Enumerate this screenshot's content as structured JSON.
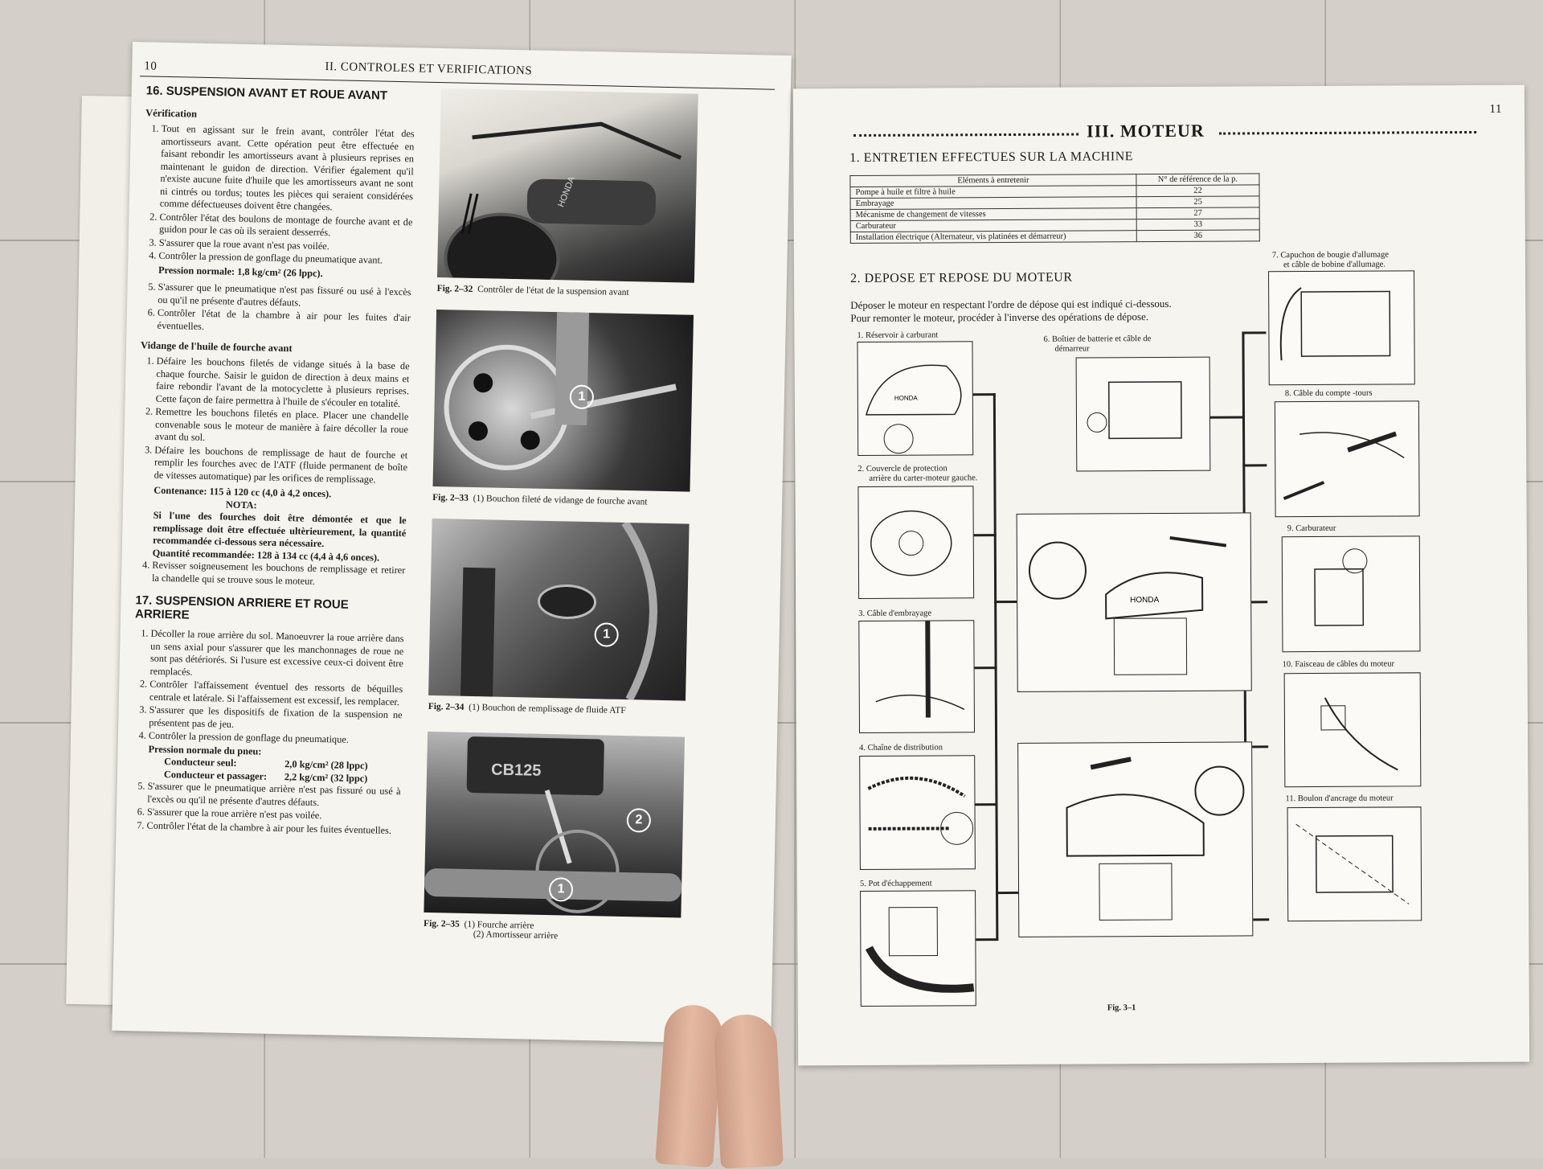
{
  "left_page": {
    "page_number": "10",
    "running_head": "II. CONTROLES ET VERIFICATIONS",
    "section16": {
      "title": "16.  SUSPENSION AVANT ET ROUE AVANT",
      "verification_heading": "Vérification",
      "items": [
        "Tout en agissant sur le frein avant, contrôler l'état des amortisseurs avant. Cette opération peut être effectuée en faisant rebondir les amortisseurs avant à plusieurs reprises en maintenant le guidon de direction. Vérifier également qu'il n'existe aucune fuite d'huile que les amortisseurs avant ne sont ni cintrés ou tordus; toutes les pièces qui seraient considérées comme défectueuses doivent être changées.",
        "Contrôler l'état des boulons de montage de fourche avant et de guidon pour le cas où ils seraient desserrés.",
        "S'assurer que la roue avant n'est pas voilée.",
        "Contrôler la pression de gonflage du pneumatique avant."
      ],
      "pressure_line": "Pression normale:  1,8 kg/cm² (26 lppc).",
      "items2": [
        "S'assurer que le pneumatique n'est pas fissuré ou usé à l'excès ou qu'il ne présente d'autres défauts.",
        "Contrôler l'état de la chambre à air pour les fuites d'air éventuelles."
      ],
      "drain_heading": "Vidange de l'huile de fourche avant",
      "drain_items": [
        "Défaire les bouchons filetés de vidange situés à la base de chaque fourche. Saisir le guidon de direction à deux mains et faire rebondir l'avant de la motocyclette à plusieurs reprises. Cette façon de faire permettra à l'huile de s'écouler en totalité.",
        "Remettre les bouchons filetés en place. Placer une chandelle convenable sous le moteur de manière à faire décoller la roue avant du sol.",
        "Défaire les bouchons de remplissage de haut de fourche et remplir les fourches avec de l'ATF (fluide permanent de boîte de vitesses automatique) par les orifices de remplissage."
      ],
      "contenance": "Contenance:  115 à 120 cc (4,0 à 4,2 onces).",
      "nota_label": "NOTA:",
      "nota_text": "Si l'une des fourches doit être démontée et que le remplissage doit être effectuée ultèrieurement, la quantité recommandée ci-dessous sera nécessaire.",
      "quantite": "Quantité recommandée:  128 à 134 cc (4,4 à 4,6 onces).",
      "last_item": "Revisser soigneusement les bouchons de remplissage et retirer la chandelle qui se trouve sous le moteur."
    },
    "section17": {
      "title": "17.  SUSPENSION ARRIERE ET ROUE ARRIERE",
      "items": [
        "Décoller la roue arrière du sol. Manoeuvrer la roue arrière dans un sens axial pour s'assurer que les manchonnages de roue ne sont pas détériorés. Si l'usure est excessive ceux-ci doivent être remplacés.",
        "Contrôler l'affaissement éventuel des ressorts de béquilles centrale et latérale. Si l'affaissement est excessif, les remplacer.",
        "S'assurer que les dispositifs de fixation de la suspension ne présentent pas de jeu.",
        "Contrôler la pression de gonflage du pneumatique."
      ],
      "pressure_title": "Pression normale du pneu:",
      "solo_label": "Conducteur seul:",
      "solo_value": "2,0 kg/cm² (28 lppc)",
      "duo_label": "Conducteur et passager:",
      "duo_value": "2,2 kg/cm² (32 lppc)",
      "items2": [
        "S'assurer que le pneumatique arrière n'est pas fissuré ou usé à l'excès ou qu'il ne présente d'autres défauts.",
        "S'assurer que la roue arrière n'est pas voilée.",
        "Contrôler l'état de la chambre à air pour les fuites éventuelles."
      ]
    },
    "figures": [
      {
        "label": "Fig. 2–32",
        "caption": "Contrôler de l'état de la suspension avant"
      },
      {
        "label": "Fig. 2–33",
        "caption": "(1) Bouchon fileté de vidange de fourche avant"
      },
      {
        "label": "Fig. 2–34",
        "caption": "(1) Bouchon de remplissage de fluide ATF"
      },
      {
        "label": "Fig. 2–35",
        "caption": "(1) Fourche arrière",
        "caption2": "(2) Amortisseur arrière"
      }
    ],
    "photo_marks": {
      "honda": "HONDA",
      "cb": "CB125",
      "c1": "1",
      "c2": "2"
    }
  },
  "right_page": {
    "page_number": "11",
    "chapter_title": "III.  MOTEUR",
    "s1_title": "1.  ENTRETIEN EFFECTUES SUR LA MACHINE",
    "table": {
      "headers": [
        "Eléments à entretenir",
        "N° de référence de la p."
      ],
      "rows": [
        [
          "Pompe à huile et filtre à huile",
          "22"
        ],
        [
          "Embrayage",
          "25"
        ],
        [
          "Mécanisme de changement de vitesses",
          "27"
        ],
        [
          "Carburateur",
          "33"
        ],
        [
          "Installation électrique (Alternateur, vis platinées et démarreur)",
          "36"
        ]
      ]
    },
    "s2_title": "2.  DEPOSE ET REPOSE DU MOTEUR",
    "s2_intro1": "Déposer le moteur en respectant l'ordre de dépose qui est indiqué ci-dessous.",
    "s2_intro2": "Pour remonter le moteur, procéder à l'inverse des opérations de dépose.",
    "steps": {
      "s1": "1. Réservoir à carburant",
      "s2a": "2. Couvercle de protection",
      "s2b": "arrière du carter-moteur gauche.",
      "s3": "3. Câble d'embrayage",
      "s4": "4. Chaîne de distribution",
      "s5": "5. Pot d'échappement",
      "s6a": "6. Boîtier de batterie et câble de",
      "s6b": "démarreur",
      "s7a": "7. Capuchon de bougie d'allumage",
      "s7b": "et câble de bobine d'allumage.",
      "s8": "8. Câble du compte -tours",
      "s9": "9. Carburateur",
      "s10": "10. Faisceau de câbles du moteur",
      "s11": "11. Boulon d'ancrage du moteur"
    },
    "tank_brand": "HONDA",
    "fig_label": "Fig. 3–1"
  }
}
